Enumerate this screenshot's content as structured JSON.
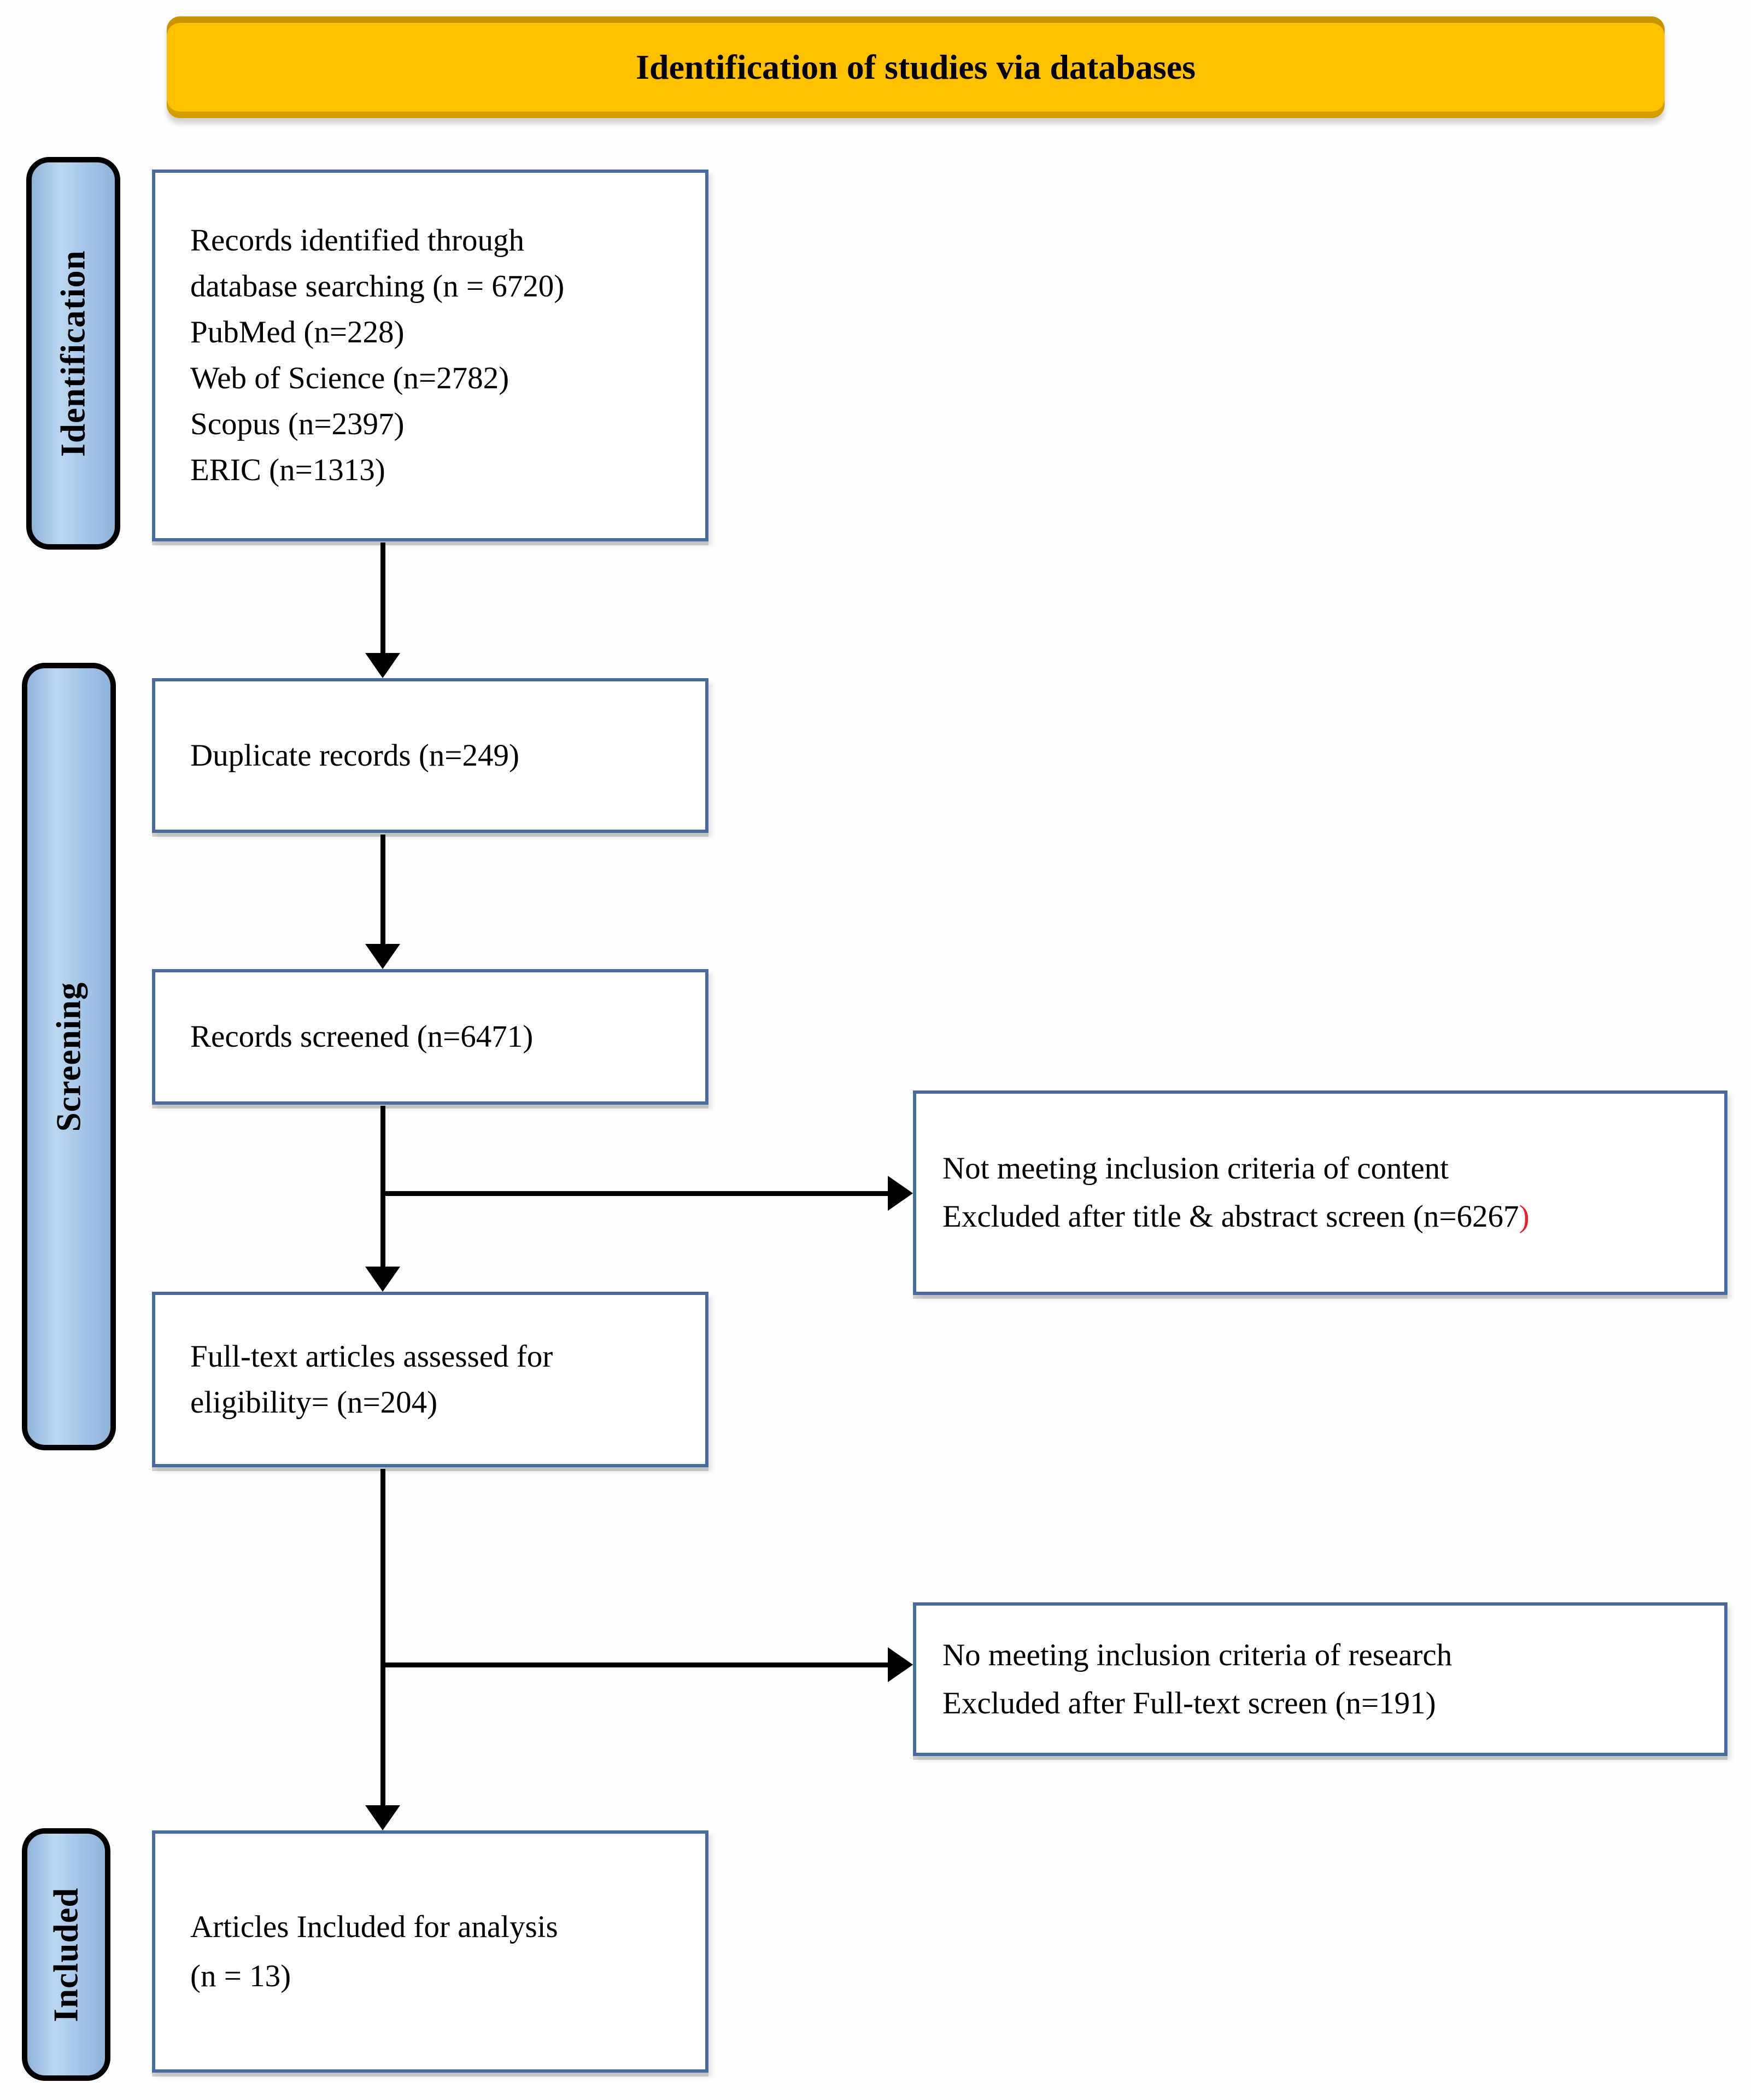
{
  "title_banner": "Identification of studies via databases",
  "stages": {
    "identification": "Identification",
    "screening": "Screening",
    "included": "Included"
  },
  "boxes": {
    "identified": {
      "lines": [
        "Records identified through",
        "database searching (n = 6720)",
        "PubMed (n=228)",
        "Web of Science (n=2782)",
        "Scopus (n=2397)",
        "ERIC (n=1313)"
      ]
    },
    "duplicates": {
      "text": "Duplicate records (n=249)"
    },
    "screened": {
      "text": "Records screened (n=6471)"
    },
    "fulltext": {
      "line1": "Full-text articles assessed for",
      "line2": "eligibility= (n=204)"
    },
    "excluded_title_abstract": {
      "line1": "Not meeting inclusion criteria of content",
      "line2_black": "Excluded after title & abstract screen (n=6267",
      "line2_red": ")"
    },
    "excluded_fulltext": {
      "line1": "No meeting inclusion criteria of research",
      "line2": "Excluded after Full-text screen (n=191)"
    },
    "articles_included": {
      "line1": "Articles Included for analysis",
      "line2": "(n = 13)"
    }
  },
  "colors": {
    "banner_bg": "#FFC000",
    "stage_bg": "#A9C9EA",
    "stage_border": "#000000",
    "box_border": "#4A6B9F",
    "arrow": "#000000",
    "red_accent": "#EE1C25",
    "text": "#000000",
    "background": "#FEFEFE"
  }
}
